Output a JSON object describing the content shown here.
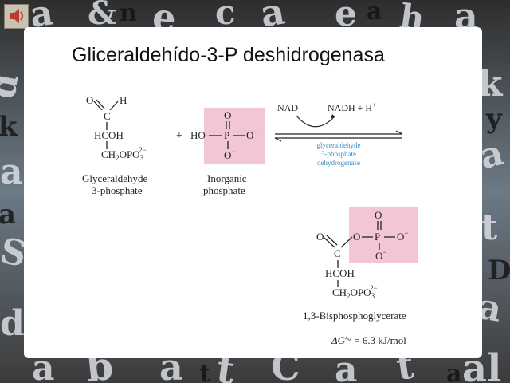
{
  "slide": {
    "title": "Gliceraldehído-3-P deshidrogenasa"
  },
  "reaction": {
    "reactant1": {
      "label_line1": "Glyceraldehyde",
      "label_line2": "3-phosphate",
      "atom_C": "C",
      "atom_O": "O",
      "atom_H": "H",
      "group_HCOH": "HCOH",
      "group_CH2": "CH",
      "sub_2": "2",
      "group_OPO": "OPO",
      "sub_3": "3",
      "sup_2minus": "2−"
    },
    "plus": "+",
    "reactant2": {
      "label_line1": "Inorganic",
      "label_line2": "phosphate",
      "HO": "HO",
      "P": "P",
      "O_top": "O",
      "O_right": "O",
      "O_bottom": "O",
      "minus": "−",
      "highlight_color": "#f2c7d3"
    },
    "arrow": {
      "cofactor_in": "NAD",
      "cofactor_in_charge": "+",
      "cofactor_out": "NADH + H",
      "cofactor_out_charge": "+",
      "enzyme_line1": "glyceraldehyde",
      "enzyme_line2": "3-phosphate",
      "enzyme_line3": "dehydrogenase",
      "enzyme_color": "#3a8fc8"
    },
    "product": {
      "label": "1,3-Bisphosphoglycerate",
      "O_carbonyl": "O",
      "C": "C",
      "O_ester": "O",
      "P": "P",
      "O_top": "O",
      "O_right": "O",
      "O_bottom": "O",
      "minus": "−",
      "group_HCOH": "HCOH",
      "group_CH2": "CH",
      "sub_2": "2",
      "group_OPO": "OPO",
      "sub_3": "3",
      "sup_2minus": "2−",
      "highlight_color": "#f2c7d3"
    },
    "energy": {
      "delta": "ΔG",
      "prime": "′°",
      "value": " = 6.3 kJ/mol"
    }
  }
}
